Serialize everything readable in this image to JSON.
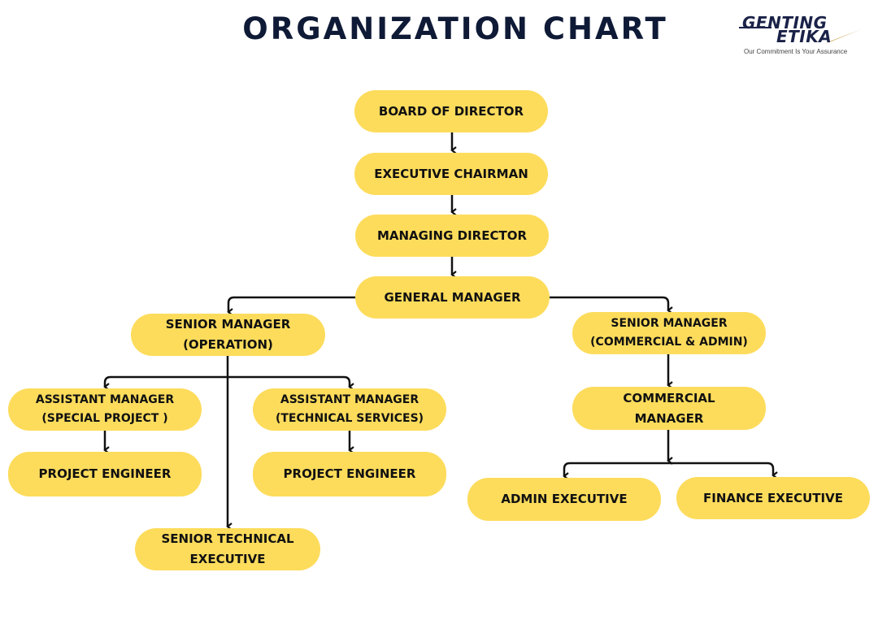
{
  "header": {
    "title": "ORGANIZATION CHART"
  },
  "logo": {
    "line1": "GENTING",
    "line2": "ETIKA",
    "tagline": "Our Commitment Is Your Assurance"
  },
  "colors": {
    "node_fill": "#fddc5c",
    "title": "#0f1a36",
    "connector": "#111111",
    "logo": "#1a2248",
    "logo_swoosh": "#c8a24a"
  },
  "nodes": {
    "board": {
      "line1": "BOARD OF DIRECTOR"
    },
    "chairman": {
      "line1": "EXECUTIVE CHAIRMAN"
    },
    "managing_director": {
      "line1": "MANAGING DIRECTOR"
    },
    "general_manager": {
      "line1": "GENERAL MANAGER"
    },
    "sm_operation": {
      "line1": "SENIOR MANAGER",
      "line2": "(OPERATION)"
    },
    "sm_commercial": {
      "line1": "SENIOR MANAGER",
      "line2": "(COMMERCIAL & ADMIN)"
    },
    "am_special": {
      "line1": "ASSISTANT MANAGER",
      "line2": "(SPECIAL PROJECT )"
    },
    "am_technical": {
      "line1": "ASSISTANT MANAGER",
      "line2": "(TECHNICAL SERVICES)"
    },
    "pe_left": {
      "line1": "PROJECT ENGINEER"
    },
    "pe_right": {
      "line1": "PROJECT ENGINEER"
    },
    "senior_tech": {
      "line1": "SENIOR TECHNICAL",
      "line2": "EXECUTIVE"
    },
    "commercial_manager": {
      "line1": "COMMERCIAL",
      "line2": "MANAGER"
    },
    "admin_exec": {
      "line1": "ADMIN EXECUTIVE"
    },
    "finance_exec": {
      "line1": "FINANCE EXECUTIVE"
    }
  }
}
